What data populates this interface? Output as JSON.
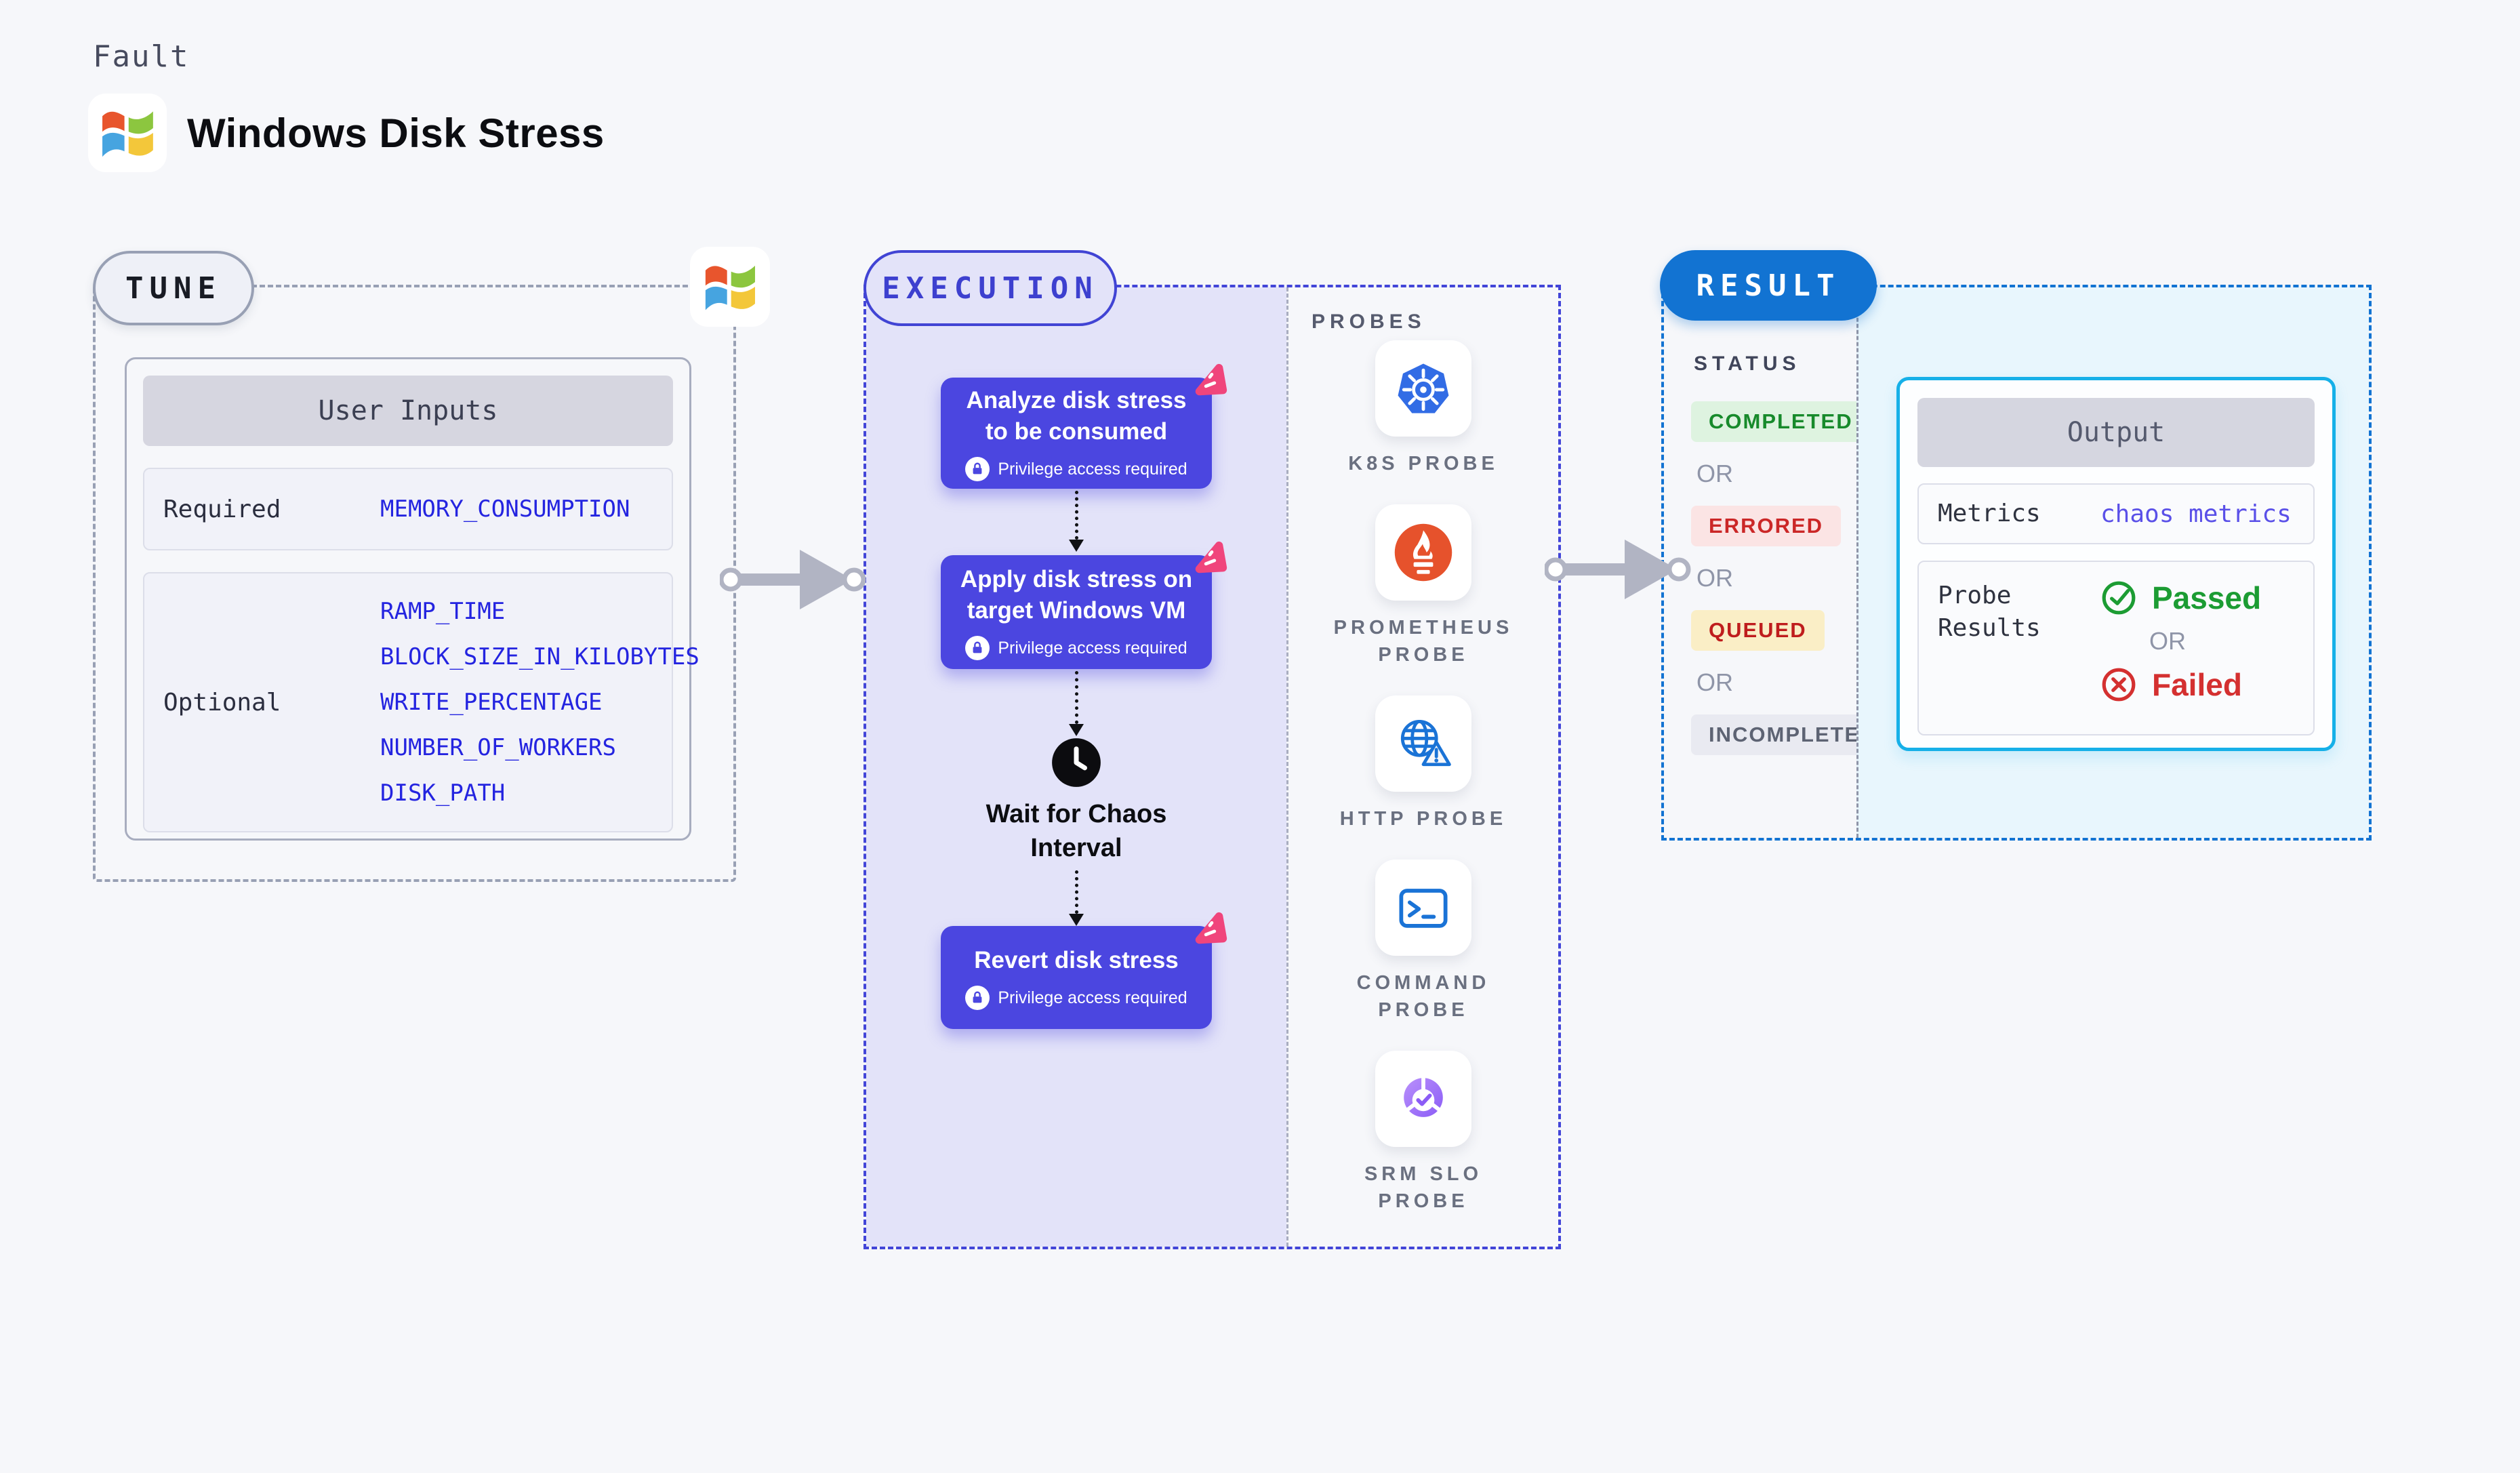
{
  "page": {
    "eyebrow": "Fault",
    "title": "Windows Disk Stress"
  },
  "tune": {
    "badge": "TUNE",
    "card_title": "User Inputs",
    "required_label": "Required",
    "required_params": [
      "MEMORY_CONSUMPTION"
    ],
    "optional_label": "Optional",
    "optional_params": [
      "RAMP_TIME",
      "BLOCK_SIZE_IN_KILOBYTES",
      "WRITE_PERCENTAGE",
      "NUMBER_OF_WORKERS",
      "DISK_PATH"
    ]
  },
  "execution": {
    "badge": "EXECUTION",
    "steps": [
      {
        "title": "Analyze disk stress to be consumed",
        "privilege": "Privilege access required"
      },
      {
        "title": "Apply disk stress on target Windows VM",
        "privilege": "Privilege access required"
      },
      {
        "title": "Revert disk stress",
        "privilege": "Privilege access required"
      }
    ],
    "wait_label": "Wait for Chaos Interval",
    "probes_title": "PROBES",
    "probes": [
      {
        "label": "K8S PROBE",
        "icon": "kubernetes-icon"
      },
      {
        "label": "PROMETHEUS PROBE",
        "icon": "prometheus-icon"
      },
      {
        "label": "HTTP PROBE",
        "icon": "http-globe-warning-icon"
      },
      {
        "label": "COMMAND PROBE",
        "icon": "terminal-icon"
      },
      {
        "label": "SRM SLO PROBE",
        "icon": "srm-slo-pie-check-icon"
      }
    ]
  },
  "result": {
    "badge": "RESULT",
    "status_label": "STATUS",
    "or_label": "OR",
    "statuses": [
      {
        "label": "COMPLETED",
        "fg": "#178a2b",
        "bg": "#def3e0"
      },
      {
        "label": "ERRORED",
        "fg": "#cb2727",
        "bg": "#fbe4e4"
      },
      {
        "label": "QUEUED",
        "fg": "#bf1d1d",
        "bg": "#faeec6"
      },
      {
        "label": "INCOMPLETED",
        "fg": "#5d6373",
        "bg": "#e9eaf1"
      }
    ],
    "output": {
      "title": "Output",
      "metrics_label": "Metrics",
      "metrics_value": "chaos metrics",
      "probe_results_label": "Probe Results",
      "passed_label": "Passed",
      "failed_label": "Failed"
    }
  },
  "colors": {
    "page_bg": "#f6f7fa",
    "tune_border": "#98a0b4",
    "execution_accent": "#4245d8",
    "execution_fill": "#e3e3f9",
    "step_card": "#4b46e0",
    "param_blue": "#2424e0",
    "result_blue": "#1273d2",
    "output_cyan_border": "#16b0e8",
    "output_cyan_fill": "#e8f6fd",
    "arrow_gray": "#b1b4c3",
    "passed_green": "#1c9c33",
    "failed_red": "#d43030",
    "chaos_pink": "#f0457c"
  }
}
